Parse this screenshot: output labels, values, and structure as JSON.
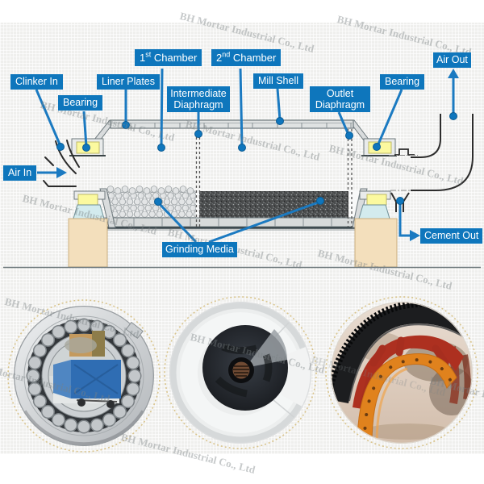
{
  "watermark": {
    "text": "BH Mortar Industrial Co., Ltd"
  },
  "labels": {
    "clinker_in": "Clinker In",
    "bearing_left": "Bearing",
    "liner_plates": "Liner Plates",
    "chamber_1": {
      "base": "1",
      "sup": "st",
      "rest": " Chamber"
    },
    "chamber_2": {
      "base": "2",
      "sup": "nd",
      "rest": " Chamber"
    },
    "intermediate_diaphragm": {
      "line1": "Intermediate",
      "line2": "Diaphragm"
    },
    "mill_shell": "Mill Shell",
    "outlet_diaphragm": {
      "line1": "Outlet",
      "line2": "Diaphragm"
    },
    "bearing_right": "Bearing",
    "air_out": "Air Out",
    "air_in": "Air In",
    "grinding_media": "Grinding Media",
    "cement_out": "Cement Out"
  },
  "colors": {
    "label_bg": "#0e76bc",
    "leader_blue": "#1b7ac1",
    "bearing_yellow": "#fbf99f",
    "pedestal_tan": "#f3dfbc",
    "housing_blue": "#d3ebee",
    "shell_gray": "#dfe2e2",
    "media_dark": "#4a4c4d",
    "gear_orange": "#e0821d",
    "gear_red": "#ad3020"
  }
}
